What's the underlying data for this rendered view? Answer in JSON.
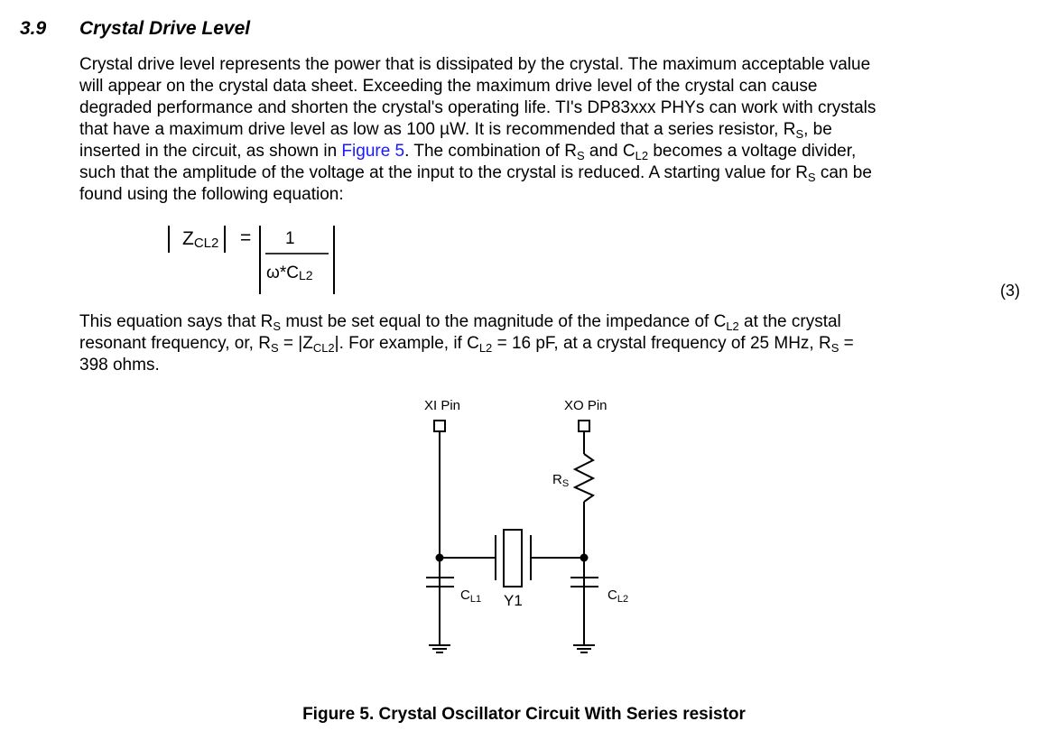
{
  "section": {
    "number": "3.9",
    "title": "Crystal Drive Level"
  },
  "paragraph1": [
    [
      {
        "t": "Crystal drive level represents the power that is dissipated by the crystal. The maximum acceptable value"
      }
    ],
    [
      {
        "t": "will appear on the crystal data sheet. Exceeding the maximum drive level of the crystal can cause"
      }
    ],
    [
      {
        "t": "degraded performance and shorten the crystal's operating life. TI's DP83xxx PHYs can work with crystals"
      }
    ],
    [
      {
        "t": "that have a maximum drive level as low as 100 µW. It is recommended that a series resistor, R"
      },
      {
        "t": "S",
        "sub": true
      },
      {
        "t": ", be"
      }
    ],
    [
      {
        "t": "inserted in the circuit, as shown in "
      },
      {
        "t": "Figure 5",
        "link": true
      },
      {
        "t": ". The combination of R"
      },
      {
        "t": "S",
        "sub": true
      },
      {
        "t": " and C"
      },
      {
        "t": "L2",
        "sub": true
      },
      {
        "t": " becomes a voltage divider,"
      }
    ],
    [
      {
        "t": "such that the amplitude of the voltage at the input to the crystal is reduced. A starting value for R"
      },
      {
        "t": "S",
        "sub": true
      },
      {
        "t": " can be"
      }
    ],
    [
      {
        "t": "found using the following equation:"
      }
    ]
  ],
  "equation": {
    "lhs": "Z",
    "lhs_sub": "CL2",
    "equals": "=",
    "numerator": "1",
    "denominator": "ω*C",
    "denominator_sub": "L2",
    "number": "(3)"
  },
  "paragraph2": [
    [
      {
        "t": "This equation says that R"
      },
      {
        "t": "S",
        "sub": true
      },
      {
        "t": " must be set equal to the magnitude of the impedance of C"
      },
      {
        "t": "L2",
        "sub": true
      },
      {
        "t": " at the crystal"
      }
    ],
    [
      {
        "t": "resonant frequency, or, R"
      },
      {
        "t": "S",
        "sub": true
      },
      {
        "t": " = |Z"
      },
      {
        "t": "CL2",
        "sub": true
      },
      {
        "t": "|. For example, if C"
      },
      {
        "t": "L2",
        "sub": true
      },
      {
        "t": " = 16 pF, at a crystal frequency of 25 MHz, R"
      },
      {
        "t": "S",
        "sub": true
      },
      {
        "t": " ="
      }
    ],
    [
      {
        "t": "398 ohms."
      }
    ]
  ],
  "figure": {
    "xi_pin": "XI Pin",
    "xo_pin": "XO Pin",
    "rs": "R",
    "rs_sub": "S",
    "cl1": "C",
    "cl1_sub": "L1",
    "cl2": "C",
    "cl2_sub": "L2",
    "y1": "Y1",
    "caption": "Figure 5. Crystal Oscillator Circuit With Series resistor"
  }
}
